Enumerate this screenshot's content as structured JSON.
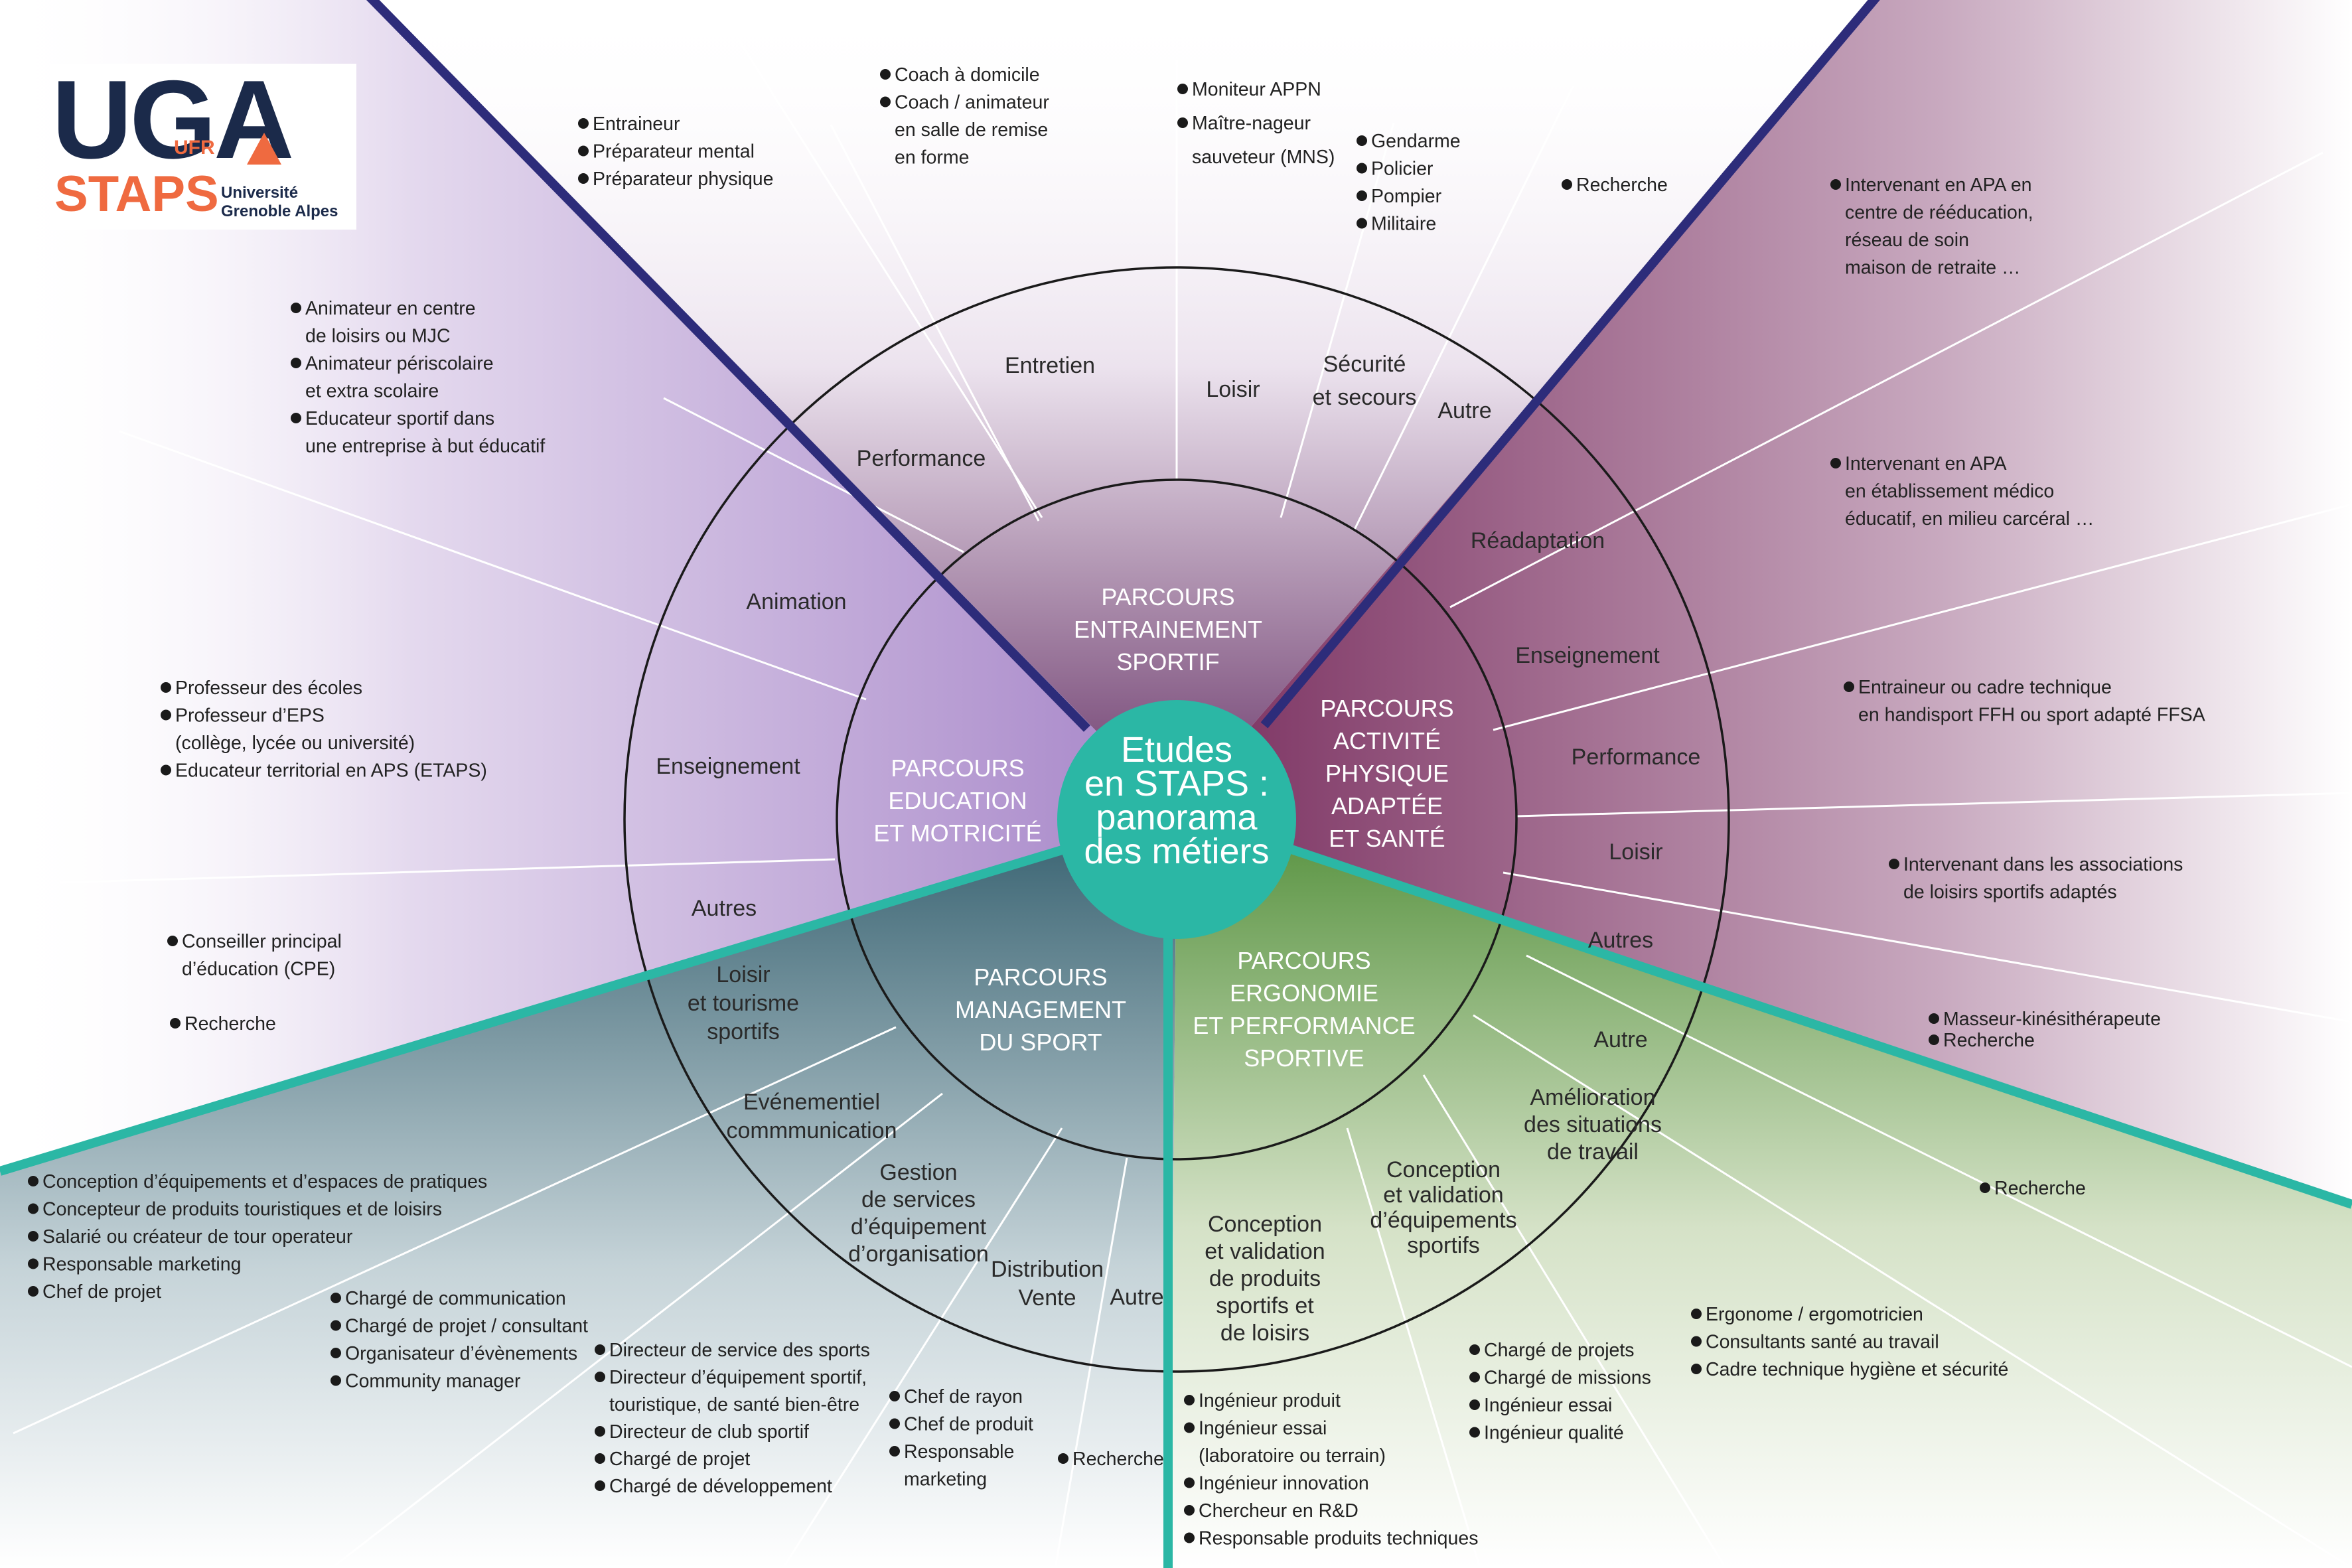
{
  "logo": {
    "uga": "UGA",
    "ufr": "UFR",
    "staps": "STAPS",
    "university_line1": "Université",
    "university_line2": "Grenoble Alpes"
  },
  "center_title": [
    "Etudes",
    "en STAPS :",
    "panorama",
    "des métiers"
  ],
  "colors": {
    "teal": "#2bb7a5",
    "navy": "#2d2c7a",
    "purple_light": "#ab8bc9",
    "plum": "#7b3463",
    "slate": "#3d6a79",
    "green": "#5f9a43"
  },
  "parcours": {
    "entrainement": [
      "PARCOURS",
      "ENTRAINEMENT",
      "SPORTIF"
    ],
    "education": [
      "PARCOURS",
      "EDUCATION",
      "ET MOTRICITÉ"
    ],
    "apa": [
      "PARCOURS",
      "ACTIVITÉ",
      "PHYSIQUE",
      "ADAPTÉE",
      "ET SANTÉ"
    ],
    "management": [
      "PARCOURS",
      "MANAGEMENT",
      "DU SPORT"
    ],
    "ergonomie": [
      "PARCOURS",
      "ERGONOMIE",
      "ET PERFORMANCE",
      "SPORTIVE"
    ]
  },
  "sectors": {
    "performance_top": [
      "Performance"
    ],
    "entretien": [
      "Entretien"
    ],
    "loisir_top": [
      "Loisir"
    ],
    "securite": [
      "Sécurité",
      "et secours"
    ],
    "autre_top": [
      "Autre"
    ],
    "animation": [
      "Animation"
    ],
    "enseignement_left": [
      "Enseignement"
    ],
    "autres_left": [
      "Autres"
    ],
    "readaptation": [
      "Réadaptation"
    ],
    "enseignement_right": [
      "Enseignement"
    ],
    "performance_right": [
      "Performance"
    ],
    "loisir_right": [
      "Loisir"
    ],
    "autres_right": [
      "Autres"
    ],
    "loisir_tourisme": [
      "Loisir",
      "et tourisme",
      "sportifs"
    ],
    "evenementiel": [
      "Evénementiel",
      "commmunication"
    ],
    "gestion": [
      "Gestion",
      "de services",
      "d’équipement",
      "d’organisation"
    ],
    "distribution": [
      "Distribution",
      "Vente"
    ],
    "autre_mgmt": [
      "Autre"
    ],
    "autre_ergo": [
      "Autre"
    ],
    "amelioration": [
      "Amélioration",
      "des situations",
      "de travail"
    ],
    "conception_equip": [
      "Conception",
      "et validation",
      "d’équipements",
      "sportifs"
    ],
    "conception_prod": [
      "Conception",
      "et validation",
      "de produits",
      "sportifs et",
      "de loisirs"
    ]
  },
  "jobs": {
    "performance_top": [
      {
        "t": "Entraineur",
        "b": true
      },
      {
        "t": "Préparateur mental",
        "b": true
      },
      {
        "t": "Préparateur physique",
        "b": true
      }
    ],
    "entretien": [
      {
        "t": "Coach à domicile",
        "b": true
      },
      {
        "t": "Coach / animateur",
        "b": true
      },
      {
        "t": "en salle de remise",
        "b": false
      },
      {
        "t": "en forme",
        "b": false
      }
    ],
    "loisir_top": [
      {
        "t": "Moniteur APPN",
        "b": true
      },
      {
        "t": "Maître-nageur",
        "b": true
      },
      {
        "t": "sauveteur (MNS)",
        "b": false
      }
    ],
    "securite": [
      {
        "t": "Gendarme",
        "b": true
      },
      {
        "t": "Policier",
        "b": true
      },
      {
        "t": "Pompier",
        "b": true
      },
      {
        "t": "Militaire",
        "b": true
      }
    ],
    "autre_top": [
      {
        "t": "Recherche",
        "b": true
      }
    ],
    "animation": [
      {
        "t": "Animateur en centre",
        "b": true
      },
      {
        "t": "de loisirs ou MJC",
        "b": false
      },
      {
        "t": "Animateur périscolaire",
        "b": true
      },
      {
        "t": "et extra scolaire",
        "b": false
      },
      {
        "t": "Educateur sportif dans",
        "b": true
      },
      {
        "t": "une entreprise à but éducatif",
        "b": false
      }
    ],
    "enseignement_left": [
      {
        "t": "Professeur des écoles",
        "b": true
      },
      {
        "t": "Professeur d’EPS",
        "b": true
      },
      {
        "t": "(collège, lycée ou université)",
        "b": false
      },
      {
        "t": "Educateur territorial en APS (ETAPS)",
        "b": true
      }
    ],
    "autres_left": [
      {
        "t": "Conseiller principal",
        "b": true
      },
      {
        "t": "d’éducation (CPE)",
        "b": false
      }
    ],
    "autres_left_2": [
      {
        "t": "Recherche",
        "b": true
      }
    ],
    "readaptation": [
      {
        "t": "Intervenant en APA en",
        "b": true
      },
      {
        "t": "centre de rééducation,",
        "b": false
      },
      {
        "t": "réseau de soin",
        "b": false
      },
      {
        "t": "maison de retraite …",
        "b": false
      }
    ],
    "enseignement_right": [
      {
        "t": "Intervenant en APA",
        "b": true
      },
      {
        "t": "en établissement médico",
        "b": false
      },
      {
        "t": "éducatif, en milieu carcéral …",
        "b": false
      }
    ],
    "performance_right": [
      {
        "t": "Entraineur ou cadre technique",
        "b": true
      },
      {
        "t": "en handisport FFH ou sport adapté FFSA",
        "b": false
      }
    ],
    "loisir_right": [
      {
        "t": "Intervenant dans les associations",
        "b": true
      },
      {
        "t": "de loisirs sportifs adaptés",
        "b": false
      }
    ],
    "autres_right": [
      {
        "t": "Masseur-kinésithérapeute",
        "b": true
      },
      {
        "t": "Recherche",
        "b": true
      }
    ],
    "loisir_tourisme": [
      {
        "t": "Conception d’équipements et d’espaces de pratiques",
        "b": true
      },
      {
        "t": "Concepteur de produits touristiques et de loisirs",
        "b": true
      },
      {
        "t": "Salarié ou créateur de tour operateur",
        "b": true
      },
      {
        "t": "Responsable marketing",
        "b": true
      },
      {
        "t": "Chef de projet",
        "b": true
      }
    ],
    "evenementiel": [
      {
        "t": "Chargé de communication",
        "b": true
      },
      {
        "t": "Chargé de projet / consultant",
        "b": true
      },
      {
        "t": "Organisateur d’évènements",
        "b": true
      },
      {
        "t": "Community manager",
        "b": true
      }
    ],
    "gestion": [
      {
        "t": "Directeur de service des sports",
        "b": true
      },
      {
        "t": "Directeur d’équipement sportif,",
        "b": true
      },
      {
        "t": "touristique, de santé bien-être",
        "b": false
      },
      {
        "t": "Directeur de club sportif",
        "b": true
      },
      {
        "t": "Chargé de projet",
        "b": true
      },
      {
        "t": "Chargé de développement",
        "b": true
      }
    ],
    "distribution": [
      {
        "t": "Chef de rayon",
        "b": true
      },
      {
        "t": "Chef de produit",
        "b": true
      },
      {
        "t": "Responsable",
        "b": true
      },
      {
        "t": "marketing",
        "b": false
      }
    ],
    "autre_mgmt": [
      {
        "t": "Recherche",
        "b": true
      }
    ],
    "conception_prod": [
      {
        "t": "Ingénieur produit",
        "b": true
      },
      {
        "t": "Ingénieur essai",
        "b": true
      },
      {
        "t": "(laboratoire ou terrain)",
        "b": false
      },
      {
        "t": "Ingénieur innovation",
        "b": true
      },
      {
        "t": "Chercheur en R&D",
        "b": true
      },
      {
        "t": "Responsable produits techniques",
        "b": true
      }
    ],
    "conception_equip": [
      {
        "t": "Chargé de projets",
        "b": true
      },
      {
        "t": "Chargé de missions",
        "b": true
      },
      {
        "t": "Ingénieur essai",
        "b": true
      },
      {
        "t": "Ingénieur qualité",
        "b": true
      }
    ],
    "amelioration": [
      {
        "t": "Ergonome / ergomotricien",
        "b": true
      },
      {
        "t": "Consultants santé au travail",
        "b": true
      },
      {
        "t": "Cadre technique hygiène et sécurité",
        "b": true
      }
    ],
    "autre_ergo": [
      {
        "t": "Recherche",
        "b": true
      }
    ]
  }
}
